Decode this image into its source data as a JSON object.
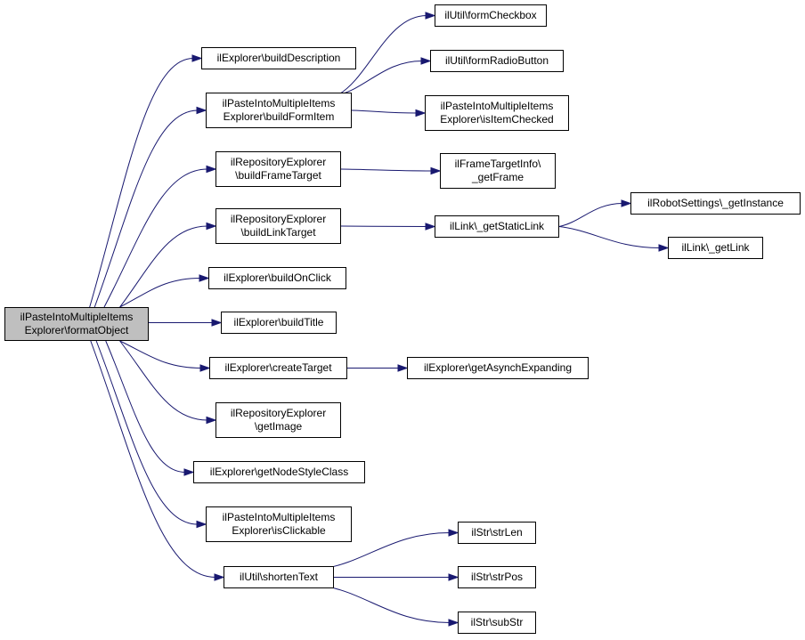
{
  "graph": {
    "colors": {
      "edge": "#191970",
      "root_fill": "#bfbfbf",
      "node_fill": "#ffffff",
      "border": "#000000"
    },
    "nodes": {
      "root": {
        "line1": "ilPasteIntoMultipleItems",
        "line2": "Explorer\\formatObject"
      },
      "build_description": {
        "line1": "ilExplorer\\buildDescription"
      },
      "build_form_item": {
        "line1": "ilPasteIntoMultipleItems",
        "line2": "Explorer\\buildFormItem"
      },
      "form_checkbox": {
        "line1": "ilUtil\\formCheckbox"
      },
      "form_radio_button": {
        "line1": "ilUtil\\formRadioButton"
      },
      "is_item_checked": {
        "line1": "ilPasteIntoMultipleItems",
        "line2": "Explorer\\isItemChecked"
      },
      "build_frame_target": {
        "line1": "ilRepositoryExplorer",
        "line2": "\\buildFrameTarget"
      },
      "get_frame": {
        "line1": "ilFrameTargetInfo\\",
        "line2": "_getFrame"
      },
      "build_link_target": {
        "line1": "ilRepositoryExplorer",
        "line2": "\\buildLinkTarget"
      },
      "get_static_link": {
        "line1": "ilLink\\_getStaticLink"
      },
      "robot_get_instance": {
        "line1": "ilRobotSettings\\_getInstance"
      },
      "get_link": {
        "line1": "ilLink\\_getLink"
      },
      "build_on_click": {
        "line1": "ilExplorer\\buildOnClick"
      },
      "build_title": {
        "line1": "ilExplorer\\buildTitle"
      },
      "create_target": {
        "line1": "ilExplorer\\createTarget"
      },
      "get_asynch_expanding": {
        "line1": "ilExplorer\\getAsynchExpanding"
      },
      "get_image": {
        "line1": "ilRepositoryExplorer",
        "line2": "\\getImage"
      },
      "get_node_style_class": {
        "line1": "ilExplorer\\getNodeStyleClass"
      },
      "is_clickable": {
        "line1": "ilPasteIntoMultipleItems",
        "line2": "Explorer\\isClickable"
      },
      "shorten_text": {
        "line1": "ilUtil\\shortenText"
      },
      "str_len": {
        "line1": "ilStr\\strLen"
      },
      "str_pos": {
        "line1": "ilStr\\strPos"
      },
      "sub_str": {
        "line1": "ilStr\\subStr"
      }
    },
    "edges": [
      {
        "from": "root",
        "to": "build_description"
      },
      {
        "from": "root",
        "to": "build_form_item"
      },
      {
        "from": "root",
        "to": "build_frame_target"
      },
      {
        "from": "root",
        "to": "build_link_target"
      },
      {
        "from": "root",
        "to": "build_on_click"
      },
      {
        "from": "root",
        "to": "build_title"
      },
      {
        "from": "root",
        "to": "create_target"
      },
      {
        "from": "root",
        "to": "get_image"
      },
      {
        "from": "root",
        "to": "get_node_style_class"
      },
      {
        "from": "root",
        "to": "is_clickable"
      },
      {
        "from": "root",
        "to": "shorten_text"
      },
      {
        "from": "build_form_item",
        "to": "form_checkbox"
      },
      {
        "from": "build_form_item",
        "to": "form_radio_button"
      },
      {
        "from": "build_form_item",
        "to": "is_item_checked"
      },
      {
        "from": "build_frame_target",
        "to": "get_frame"
      },
      {
        "from": "build_link_target",
        "to": "get_static_link"
      },
      {
        "from": "get_static_link",
        "to": "robot_get_instance"
      },
      {
        "from": "get_static_link",
        "to": "get_link"
      },
      {
        "from": "create_target",
        "to": "get_asynch_expanding"
      },
      {
        "from": "shorten_text",
        "to": "str_len"
      },
      {
        "from": "shorten_text",
        "to": "str_pos"
      },
      {
        "from": "shorten_text",
        "to": "sub_str"
      }
    ]
  }
}
